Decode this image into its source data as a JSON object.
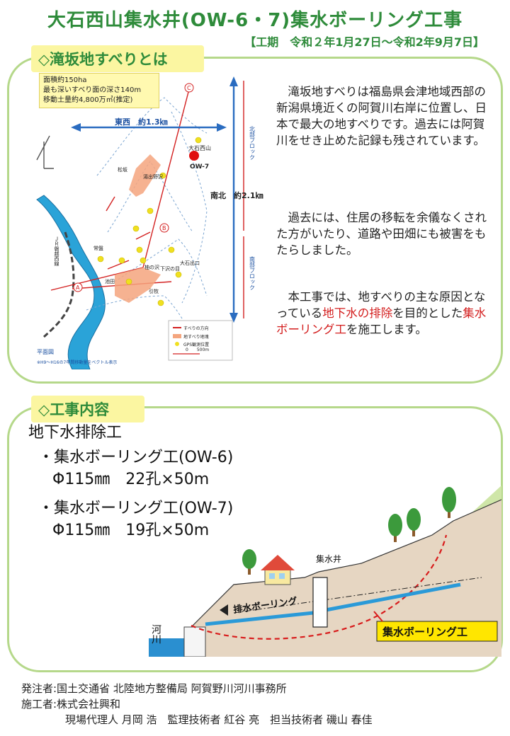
{
  "header": {
    "title": "大石西山集水井(OW-6・7)集水ボーリング工事",
    "period": "【工期　令和２年1月27日～令和2年9月7日】"
  },
  "section1": {
    "heading": "◇滝坂地すべりとは",
    "map_info": {
      "line1": "面積約150ha",
      "line2": "最も深いすべり面の深さ140m",
      "line3": "移動土量約4,800万㎥(推定)"
    },
    "map_labels": {
      "ew": "東西　約1.3㎞",
      "ns": "南北　約2.1㎞",
      "north_block": "北部ブロック",
      "south_block": "南部ブロック",
      "oishi": "大石西山",
      "ow7": "OW-7",
      "matsuzaka": "松坂",
      "yude": "湯出野沢",
      "jobo": "常盤",
      "ike": "池田",
      "hikimaki": "引牧",
      "oishi_deguchi": "大石出口",
      "shimosawa": "下沢の目",
      "tonosawa": "柚の沢",
      "jr": "ＪＲ磐越西線",
      "point_a": "A",
      "point_b": "B",
      "point_c": "C",
      "legend1": "すべりの方向",
      "legend2": "地すべり地塊",
      "legend3": "GPS観測位置",
      "legend_scale": "0　　500m",
      "plan": "平面図",
      "note": "※H9～H16の7年間移動量をベクトル表示"
    },
    "para1": "滝坂地すべりは福島県会津地域西部の新潟県境近くの阿賀川右岸に位置し、日本で最大の地すべりです。過去には阿賀川をせき止めた記録も残されています。",
    "para2": "過去には、住居の移転を余儀なくされた方がいたり、道路や田畑にも被害をもたらしました。",
    "para3_a": "本工事では、地すべりの主な原因となっている",
    "para3_red1": "地下水の排除",
    "para3_b": "を目的とした",
    "para3_red2": "集水ボーリング工",
    "para3_c": "を施工します。"
  },
  "section2": {
    "heading": "◇工事内容",
    "work_type": "地下水排除工",
    "item1": "・集水ボーリング工(OW-6)",
    "spec1": "Φ115㎜　22孔×50m",
    "item2": "・集水ボーリング工(OW-7)",
    "spec2": "Φ115㎜　19孔×50m",
    "diagram": {
      "river": "河川",
      "well": "集水井",
      "drain": "排水ボーリング",
      "boring": "集水ボーリング工"
    }
  },
  "footer": {
    "orderer": "発注者:国土交通省 北陸地方整備局 阿賀野川河川事務所",
    "contractor": "施工者:株式会社興和",
    "staff": "現場代理人 月岡 浩　監理技術者 紅谷 亮　担当技術者 磯山 春佳"
  },
  "colors": {
    "title_green": "#2e8b3a",
    "panel_border": "#b5d88a",
    "heading_bg": "#fbf6a1",
    "accent_red": "#d31c1c",
    "river_blue": "#2a8fd0"
  }
}
